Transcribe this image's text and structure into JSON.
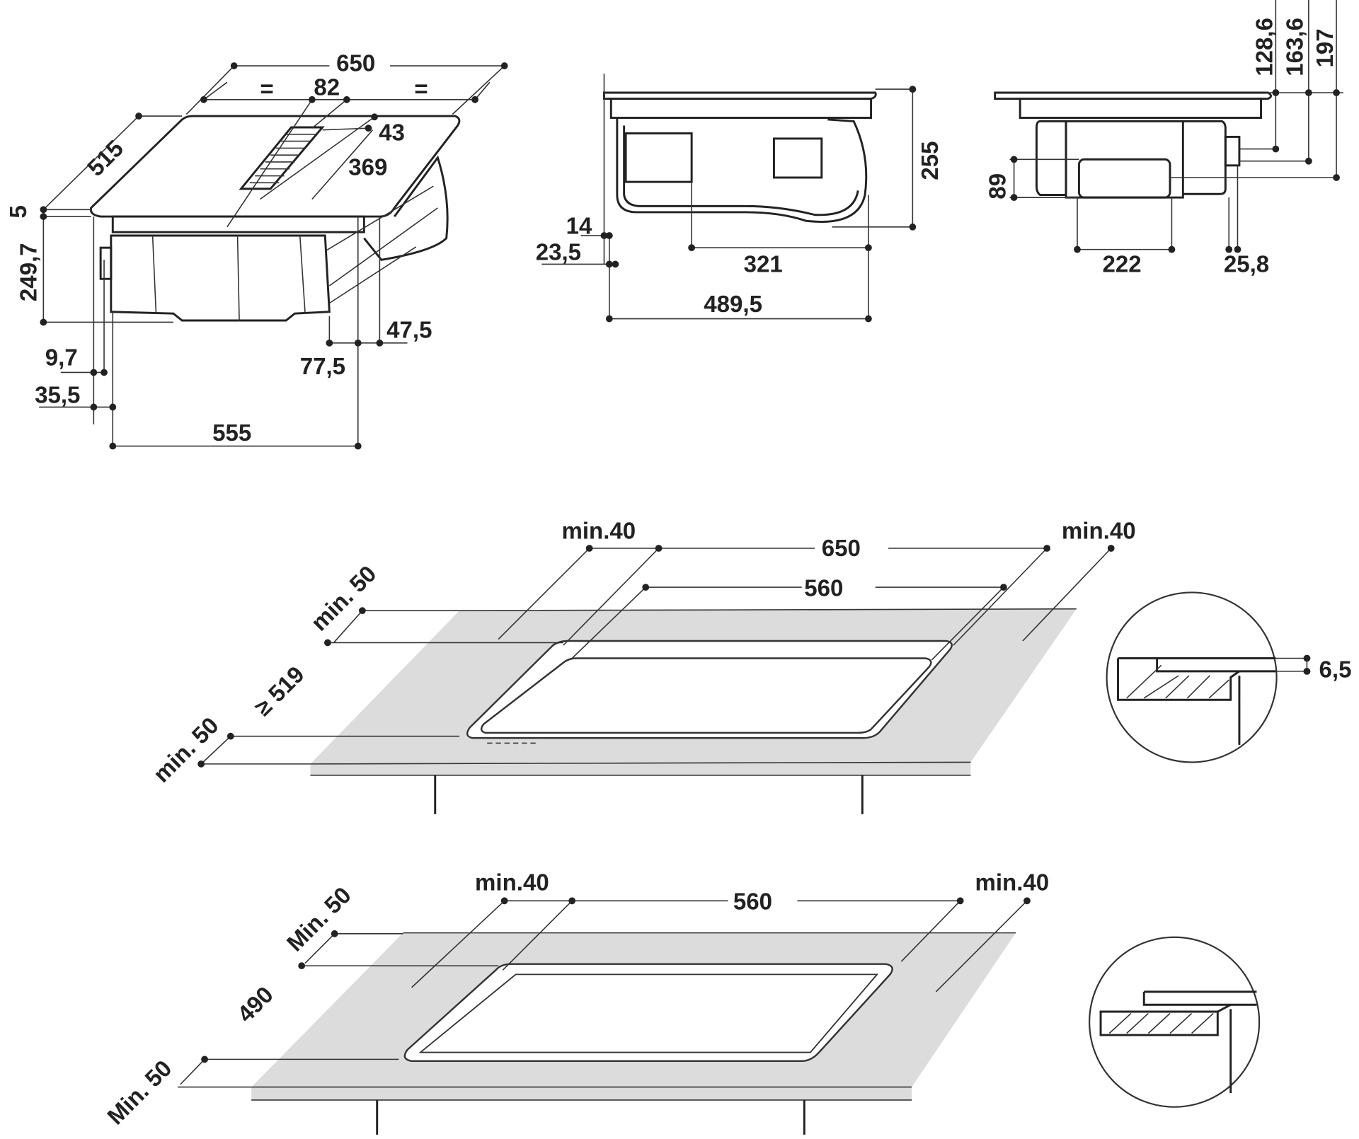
{
  "figure_1": {
    "width": "650",
    "eq_left": "=",
    "vent_width": "82",
    "eq_right": "=",
    "vent_offset": "43",
    "vent_length": "369",
    "depth": "515",
    "glass_thickness": "5",
    "total_height": "249,7",
    "offset_a": "9,7",
    "offset_b": "35,5",
    "body_depth": "555",
    "rear_a": "77,5",
    "rear_b": "47,5"
  },
  "figure_2": {
    "height": "255",
    "top_a": "14",
    "top_b": "23,5",
    "inner_width": "321",
    "total_width": "489,5"
  },
  "figure_3": {
    "h1": "128,6",
    "h2": "163,6",
    "h3": "197",
    "outlet_height": "89",
    "outlet_width": "222",
    "outlet_offset": "25,8"
  },
  "cutout_flush": {
    "min_left": "min.40",
    "outer_width": "650",
    "min_right": "min.40",
    "cut_width": "560",
    "min_back": "min. 50",
    "cut_depth": "≥ 519",
    "min_front": "min. 50",
    "recess_depth": "6,5"
  },
  "cutout_standard": {
    "min_left": "min.40",
    "cut_width": "560",
    "min_right": "min.40",
    "min_back": "Min. 50",
    "cut_depth": "490",
    "min_front": "Min. 50"
  }
}
